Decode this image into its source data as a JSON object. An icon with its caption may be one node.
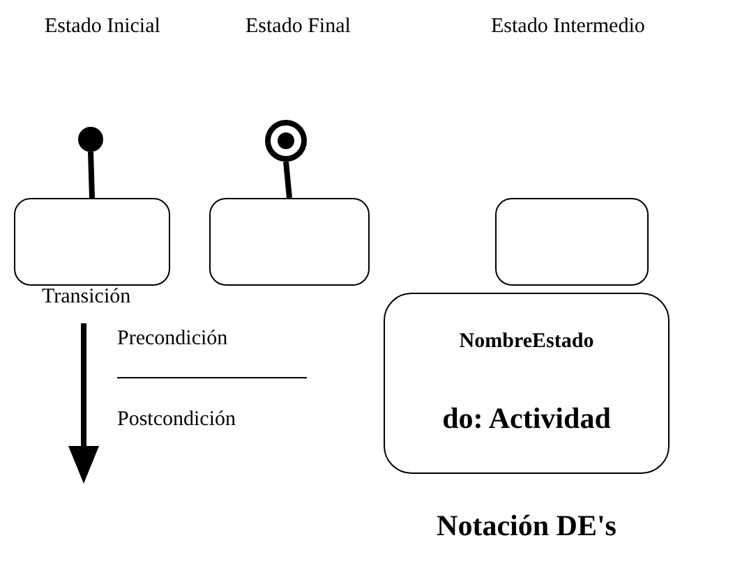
{
  "diagram": {
    "caption": "Notación DE's",
    "nodes": [
      {
        "text": [],
        "shape": "circle"
      },
      {
        "text": [],
        "shape": "box"
      },
      {
        "text": [],
        "shape": "circle"
      },
      {
        "text": [],
        "shape": "box"
      },
      {
        "text": [],
        "shape": "box"
      },
      {
        "text": [
          "NombreEstado",
          "do: Actividad"
        ]
      }
    ],
    "edges": [
      {
        "from": 0,
        "to": 1,
        "arrow": "none"
      },
      {
        "from": 2,
        "to": 3,
        "arrow": "none"
      }
    ],
    "labels": [
      "Estado Inicial",
      "Estado Final",
      "Estado Intermedio",
      "Transición",
      "Precondición",
      "Postcondición"
    ]
  }
}
